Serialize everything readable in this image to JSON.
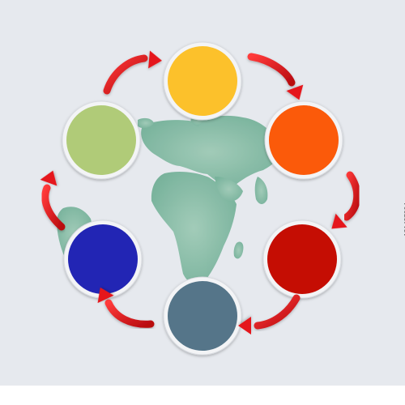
{
  "diagram": {
    "type": "cycle",
    "nodes": [
      {
        "id": "yellow",
        "color": "#fcc12b"
      },
      {
        "id": "orange",
        "color": "#fb5a0a"
      },
      {
        "id": "red",
        "color": "#c50d03"
      },
      {
        "id": "slate",
        "color": "#557589"
      },
      {
        "id": "blue",
        "color": "#2225b4"
      },
      {
        "id": "green",
        "color": "#b0cb78"
      }
    ],
    "arrow_color": "#e5161a",
    "ring_color": "#f3f4f6",
    "map_color": "#7fb8a1",
    "background": "#e6e9ee"
  },
  "watermark_text": "131427904"
}
